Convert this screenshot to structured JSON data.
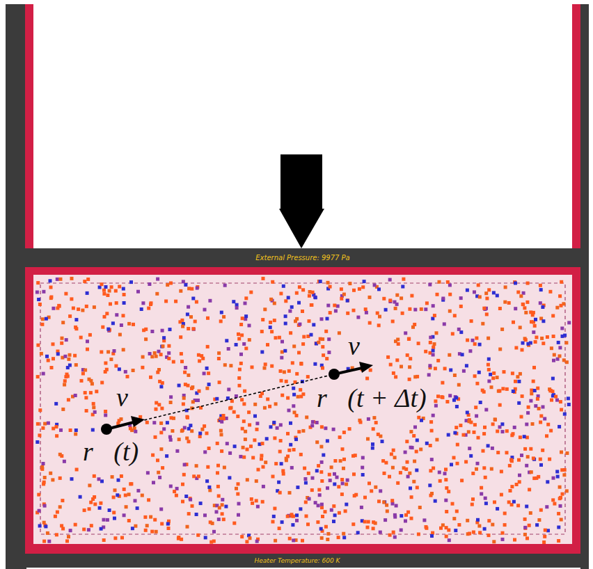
{
  "diagram": {
    "nodes": [
      {
        "text": [
          "External Pressure: 9977 Pa"
        ]
      },
      {
        "text": [
          "Heater Temperature: 600 K"
        ]
      }
    ],
    "labels": [
      "v⃗",
      "r⃗(t + Δt)",
      "v⃗",
      "r⃗(t)"
    ]
  }
}
